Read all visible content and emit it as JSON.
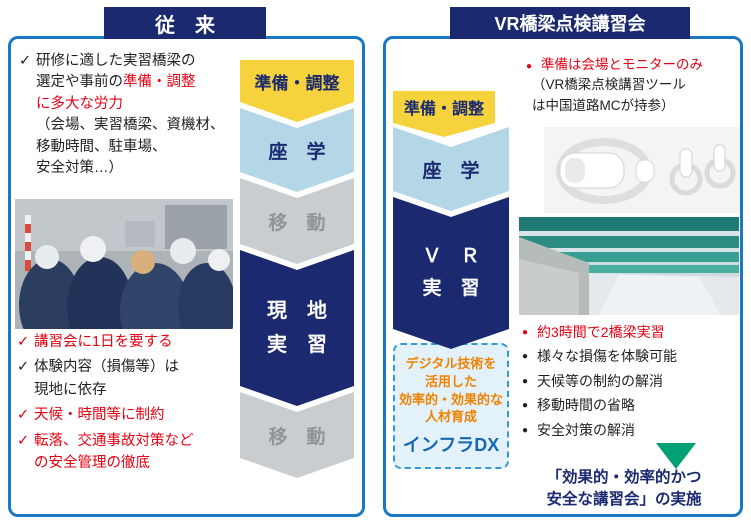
{
  "colors": {
    "panel_border": "#1a78c2",
    "header_navy": "#1b2a70",
    "step_yellow": "#f6d33c",
    "step_lightblue": "#b4d7e8",
    "step_gray": "#c9cdd0",
    "step_navy": "#1b2a70",
    "alert_red": "#e60012",
    "arrow_green": "#00a273",
    "dx_orange": "#ef8200",
    "dx_blue": "#1668b3"
  },
  "left": {
    "title": "従　来",
    "top_note": {
      "mark": "✓",
      "black": "研修に適した実習橋梁の\n選定や事前の",
      "red": "準備・調整\nに多大な労力",
      "paren": "（会場、実習橋梁、資機材、\n移動時間、駐車場、\n安全対策…）"
    },
    "flow": [
      {
        "label": "準備・調整"
      },
      {
        "label": "座　学"
      },
      {
        "label": "移　動"
      },
      {
        "label": "現　地\n実　習"
      },
      {
        "label": "移　動"
      }
    ],
    "bottom_notes": [
      {
        "mark": "✓",
        "text": "講習会に1日を要する"
      },
      {
        "mark": "✓",
        "text": "体験内容（損傷等）は\n現地に依存"
      },
      {
        "mark": "✓",
        "text": "天候・時間等に制約"
      },
      {
        "mark": "✓",
        "text": "転落、交通事故対策など\nの安全管理の徹底"
      }
    ]
  },
  "right": {
    "title": "VR橋梁点検講習会",
    "top_note": {
      "mark": "●",
      "red": "準備は会場とモニターのみ",
      "black": "（VR橋梁点検講習ツール\nは中国道路MCが持参）"
    },
    "flow": [
      {
        "label": "準備・調整"
      },
      {
        "label": "座　学"
      },
      {
        "label": "Ｖ　Ｒ\n実　習"
      }
    ],
    "dx_box": {
      "lines": "デジタル技術を\n活用した\n効率的・効果的な\n人材育成",
      "tagline": "インフラDX"
    },
    "bullets": [
      {
        "mark": "●",
        "text": "約3時間で2橋梁実習"
      },
      {
        "mark": "●",
        "text": "様々な損傷を体験可能"
      },
      {
        "mark": "●",
        "text": "天候等の制約の解消"
      },
      {
        "mark": "●",
        "text": "移動時間の省略"
      },
      {
        "mark": "●",
        "text": "安全対策の解消"
      }
    ],
    "conclusion": "「効果的・効率的かつ\n安全な講習会」の実施"
  }
}
